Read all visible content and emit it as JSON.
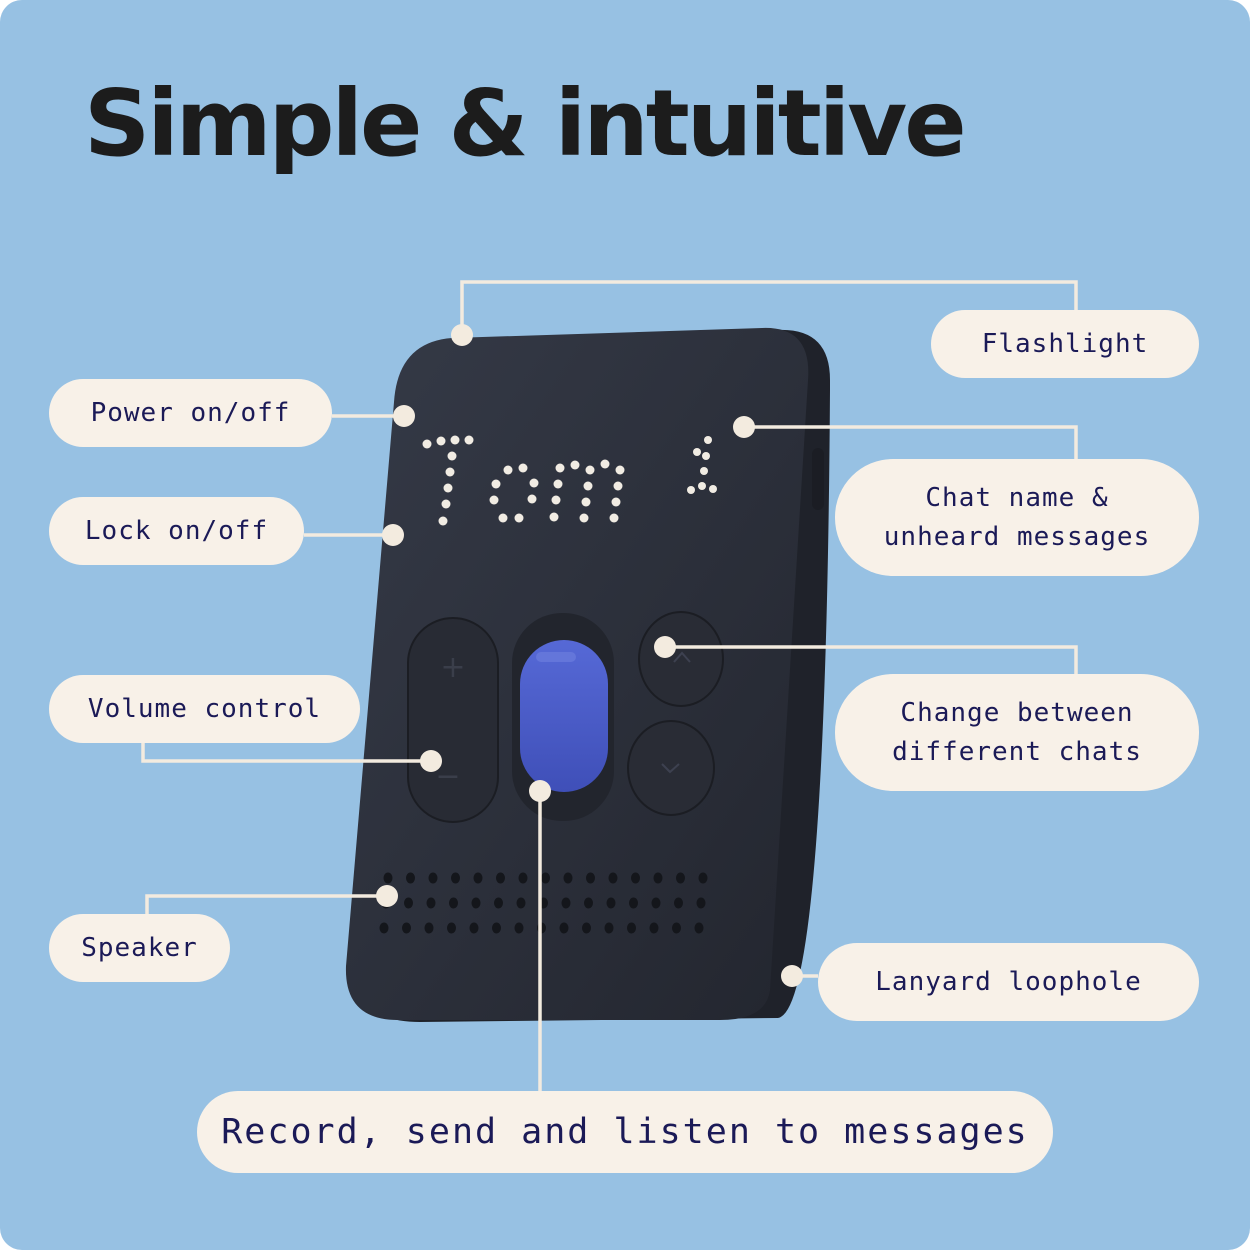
{
  "title": "Simple & intuitive",
  "device": {
    "display_name": "Tom",
    "unheard_count": "1"
  },
  "labels": {
    "flashlight": "Flashlight",
    "power": "Power on/off",
    "lock": "Lock on/off",
    "chat_name": "Chat name & unheard messages",
    "volume": "Volume control",
    "change_chats": "Change between different chats",
    "speaker": "Speaker",
    "lanyard": "Lanyard loophole",
    "record": "Record, send and listen to messages"
  },
  "colors": {
    "background": "#97c1e3",
    "label_fill": "#f8f1e8",
    "label_text": "#1b1a57",
    "device_body": "#2d313d",
    "record_button": "#4a5ccb",
    "callout_line": "#f3ebdf"
  }
}
